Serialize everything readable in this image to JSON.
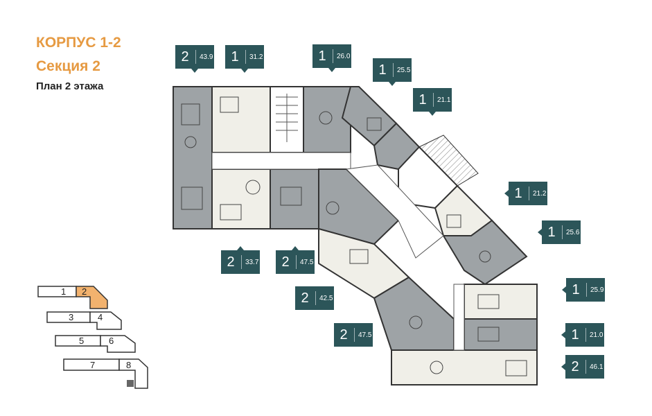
{
  "header": {
    "building": "КОРПУС 1-2",
    "section": "Секция 2",
    "floor_plan": "План 2 этажа"
  },
  "colors": {
    "accent": "#e69a42",
    "badge": "#2c5559",
    "dark_unit": "#9ea3a6",
    "light_unit": "#f0efe8",
    "selected_section": "#f2b26e"
  },
  "apartments": [
    {
      "id": "a1",
      "rooms": "2",
      "area": "43.9"
    },
    {
      "id": "a2",
      "rooms": "1",
      "area": "31.2"
    },
    {
      "id": "a3",
      "rooms": "1",
      "area": "26.0"
    },
    {
      "id": "a4",
      "rooms": "1",
      "area": "25.5"
    },
    {
      "id": "a5",
      "rooms": "1",
      "area": "21.1"
    },
    {
      "id": "a6",
      "rooms": "1",
      "area": "21.2"
    },
    {
      "id": "a7",
      "rooms": "1",
      "area": "25.6"
    },
    {
      "id": "a8",
      "rooms": "2",
      "area": "33.7"
    },
    {
      "id": "a9",
      "rooms": "2",
      "area": "47.5"
    },
    {
      "id": "a10",
      "rooms": "2",
      "area": "42.5"
    },
    {
      "id": "a11",
      "rooms": "1",
      "area": "25.9"
    },
    {
      "id": "a12",
      "rooms": "2",
      "area": "47.5"
    },
    {
      "id": "a13",
      "rooms": "1",
      "area": "21.0"
    },
    {
      "id": "a14",
      "rooms": "2",
      "area": "46.1"
    }
  ],
  "key_plan": {
    "sections": [
      "1",
      "2",
      "3",
      "4",
      "5",
      "6",
      "7",
      "8"
    ],
    "selected": "2"
  }
}
